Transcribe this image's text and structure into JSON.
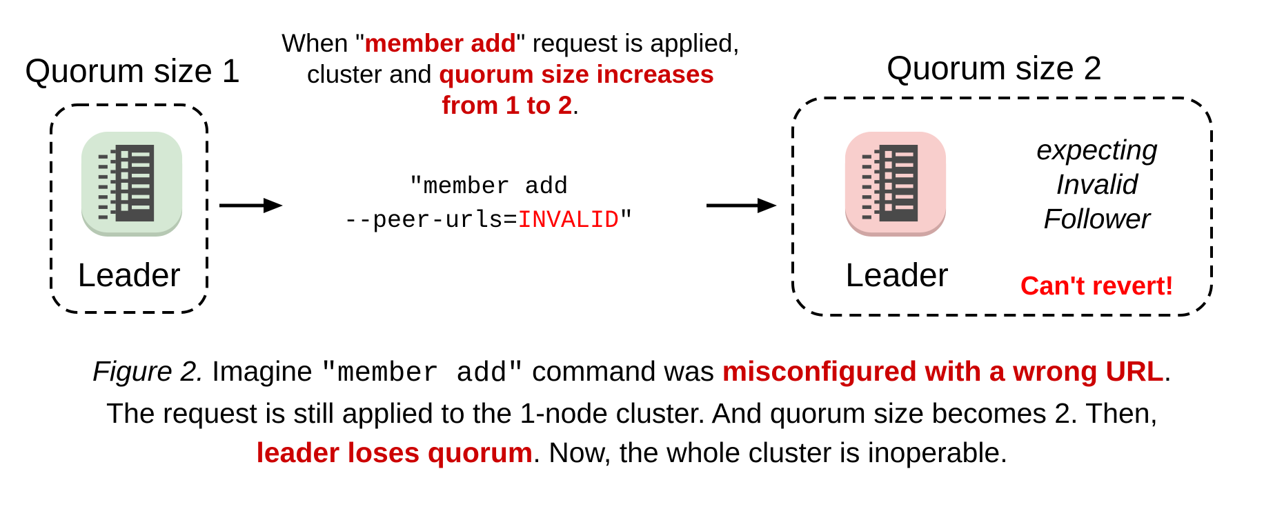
{
  "palette": {
    "red_emphasis": "#cc0000",
    "red_bright": "#ff0000",
    "text_black": "#000000",
    "green_node_fill": "#d5e8d4",
    "green_node_shadow": "#b6c8b3",
    "pink_node_fill": "#f8cecc",
    "pink_node_shadow": "#cfa6a4",
    "icon_dark": "#4a4a4a"
  },
  "icons": {
    "node": "etcd-server-list-icon",
    "arrow": "flow-arrow-icon",
    "boundary": "dashed-cluster-boundary"
  },
  "left_cluster": {
    "title": "Quorum size 1",
    "node_label": "Leader"
  },
  "top_note": {
    "line1_pre": "When \"",
    "line1_em": "member add",
    "line1_post": "\" request is applied,",
    "line2_pre": "cluster and ",
    "line2_em": "quorum size increases",
    "line3_em": "from 1 to 2",
    "line3_post": "."
  },
  "command": {
    "line1": "\"member add",
    "line2_pre": "--peer-urls=",
    "line2_invalid": "INVALID",
    "line2_post": "\""
  },
  "right_cluster": {
    "title": "Quorum size 2",
    "node_label": "Leader",
    "expecting_line1": "expecting",
    "expecting_line2": "Invalid",
    "expecting_line3": "Follower",
    "warning": "Can't revert!"
  },
  "caption": {
    "figure_label": "Figure 2.",
    "l1_imagine": " Imagine ",
    "l1_code": "\"member add\"",
    "l1_mid": " command was ",
    "l1_em": "misconfigured with a wrong URL",
    "l1_end": ".",
    "l2": "The request is still applied to the 1-node cluster. And quorum size becomes 2. Then,",
    "l3_em": "leader loses quorum",
    "l3_end": ". Now, the whole cluster is inoperable."
  }
}
